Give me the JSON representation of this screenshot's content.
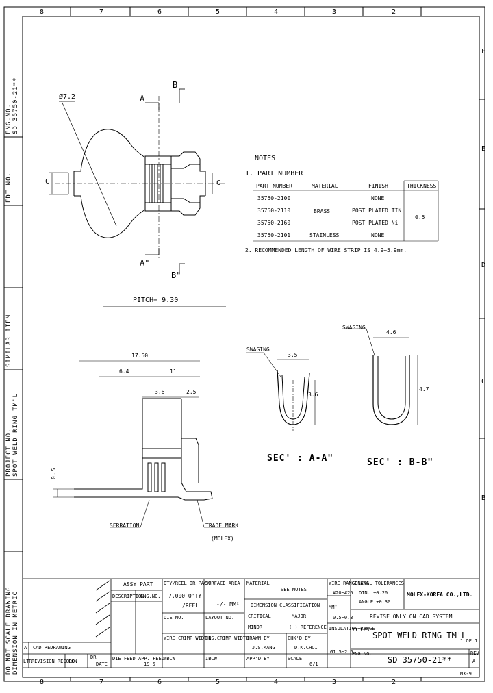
{
  "border": {
    "top_zones": [
      "8",
      "7",
      "6",
      "5",
      "4",
      "3",
      "2"
    ],
    "bottom_zones": [
      "8",
      "7",
      "6",
      "5",
      "4",
      "3",
      "2"
    ],
    "right_zones": [
      "F",
      "E",
      "D",
      "C",
      "B"
    ],
    "left_vertical": [
      "ENG.NO.",
      "SD 35750-21**",
      "EDT NO.",
      "SIMILAR ITEM",
      "PROJECT NO.",
      "SPOT WELD RING TM'L",
      "DO NOT SCALE DRAWING",
      "DIMENSION IN METRIC"
    ]
  },
  "top_view": {
    "dia_label": "Ø7.2",
    "sec_a_top": "A",
    "sec_b_top": "B",
    "sec_a_bottom": "A\"",
    "sec_b_bottom": "B\"",
    "cl_left": "C",
    "cl_right": "C",
    "pitch": "PITCH= 9.30"
  },
  "notes": {
    "title": "NOTES",
    "note1": "1. PART NUMBER",
    "headers": [
      "PART NUMBER",
      "MATERIAL",
      "FINISH",
      "THICKNESS"
    ],
    "rows": [
      [
        "35750-2100",
        "",
        "NONE",
        ""
      ],
      [
        "35750-2110",
        "BRASS",
        "POST PLATED TIN",
        "0.5"
      ],
      [
        "35750-2160",
        "",
        "POST PLATED Ni",
        ""
      ],
      [
        "35750-2101",
        "STAINLESS",
        "NONE",
        ""
      ]
    ],
    "note2": "2. RECOMMENDED LENGTH OF WIRE STRIP IS 4.9~5.9mm."
  },
  "side_view": {
    "dim_total": "17.50",
    "dim_left": "6.4",
    "dim_right": "11",
    "dim_3_6": "3.6",
    "dim_2_5": "2.5",
    "dim_0_5": "0.5",
    "serration": "SERRATION",
    "trade_mark": "TRADE MARK",
    "molex": "(MOLEX)"
  },
  "sections": {
    "swaging_a": "SWAGING",
    "dim_a_w": "3.5",
    "dim_a_h": "3.6",
    "sec_a": "SEC' : A-A\"",
    "swaging_b": "SWAGING",
    "dim_b_w": "4.6",
    "dim_b_h": "4.7",
    "sec_b": "SEC' : B-B\""
  },
  "title_block": {
    "assy_part": "ASSY PART",
    "description": "DESCRIPTION",
    "engno": "ENG.NO.",
    "qty_reel": "QTY/REEL OR PACK",
    "qty_val": "7,000 Q'TY",
    "reel": "/REEL",
    "surface_area": "SURFACE AREA",
    "surface_val": "-/- MM²",
    "material": "MATERIAL",
    "see_notes": "SEE NOTES",
    "dim_class": "DIMENSION CLASSIFICATION",
    "critical": "CRITICAL",
    "major": "MAJOR",
    "minor": "MINOR",
    "reference": "( ) REFERENCE",
    "wire_range": "WIRE RANGE AWG",
    "awg_val": "#20~#26",
    "mm2": "MM²",
    "mm2_val": "0.5~0.3",
    "insulation": "INSULATION RANGE",
    "ins_val": "Ø1.5~2.5",
    "gen_tol": "GENERAL TOLERANCES",
    "din": "DIN. ±0.20",
    "angle": "ANGLE ±0.30",
    "company": "MOLEX-KOREA CO.,LTD.",
    "revise": "REVISE ONLY ON CAD SYSTEM",
    "titles_label": "TITLES",
    "title": "SPOT WELD RING TM'L",
    "sheet": "1 OF 1",
    "die_no": "DIE NO.",
    "layout_no": "LAYOUT NO.",
    "wire_crimp": "WIRE CRIMP WIDTH",
    "ins_crimp": "INS.CRIMP WIDTH",
    "drawn_by": "DRAWN BY",
    "drawn_name": "J.S.KANG",
    "chkd_by": "CHK'D BY",
    "chkd_name": "D.K.CHOI",
    "engno_label": "ENG.NO.",
    "engno_val": "SD 35750-21**",
    "rev_label": "REV",
    "rev_val": "A",
    "wbcw": "WBCW",
    "ibcw": "IBCW",
    "appd_by": "APP'D BY",
    "scale": "SCALE",
    "scale_val": "6/1",
    "die_feed": "DIE FEED",
    "app_feed": "APP. FEED",
    "app_feed_val": "19.5",
    "rev_a": "A",
    "cad_redrawing": "CAD REDRAWING",
    "ltr": "LTR",
    "revision_record": "REVISION RECORD",
    "ecn": "ECN",
    "dr": "DR",
    "date": "DATE",
    "form": "MX-9"
  }
}
